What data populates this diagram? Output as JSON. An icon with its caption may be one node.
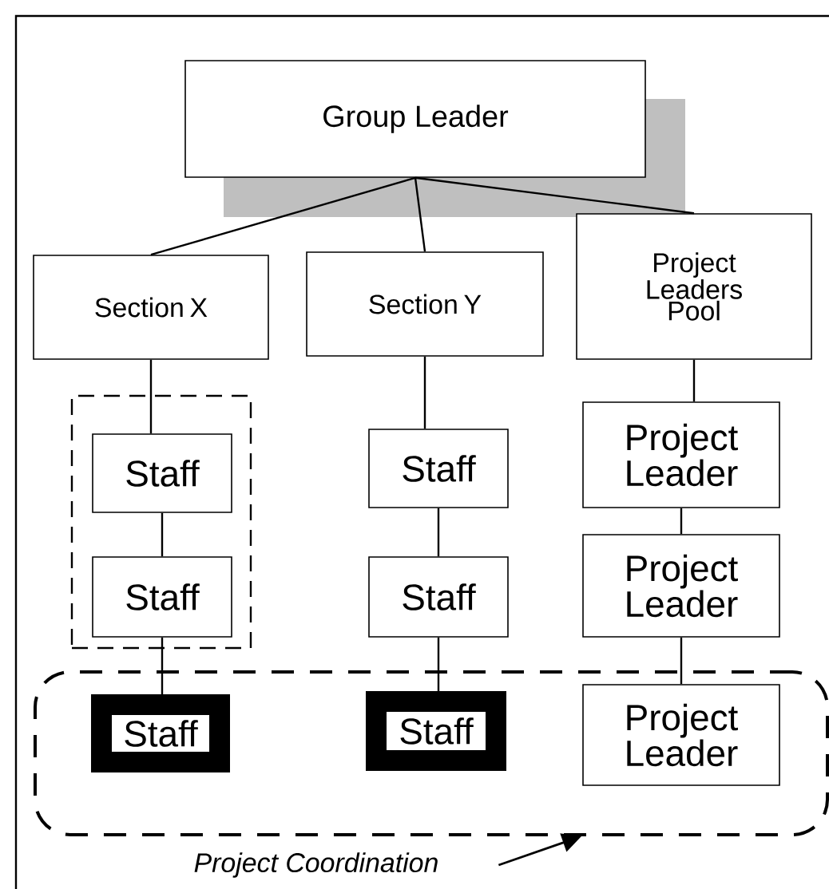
{
  "diagram": {
    "nodes": [
      {
        "text": [
          "Group Leader"
        ]
      },
      {
        "text": [
          "Section X"
        ]
      },
      {
        "text": [
          "Section Y"
        ]
      },
      {
        "text": [
          "Project Leaders Pool"
        ]
      },
      {
        "text": [],
        "shape": "box"
      },
      {
        "text": [
          "Staff"
        ],
        "in": 4
      },
      {
        "text": [
          "Staff"
        ],
        "in": 4
      },
      {
        "text": [
          "Staff"
        ]
      },
      {
        "text": [
          "Project Leader"
        ]
      },
      {
        "text": [
          "Staff"
        ]
      },
      {
        "text": [
          "Project Leader"
        ]
      },
      {
        "text": [],
        "shape": "box"
      },
      {
        "text": [
          "Staff"
        ],
        "in": 11
      },
      {
        "text": [
          "Staff"
        ],
        "in": 11
      },
      {
        "text": [
          "Project Leader"
        ],
        "in": 11
      },
      {
        "text": [
          "Project Coordination"
        ]
      }
    ],
    "edges": [
      {
        "from": 0,
        "to": 1,
        "arrow": "none"
      },
      {
        "from": 0,
        "to": 2,
        "arrow": "none"
      },
      {
        "from": 0,
        "to": 3,
        "arrow": "none"
      },
      {
        "from": 1,
        "to": 5,
        "arrow": "none"
      },
      {
        "from": 5,
        "to": 6,
        "arrow": "none"
      },
      {
        "from": 6,
        "to": 12,
        "arrow": "none"
      },
      {
        "from": 2,
        "to": 7,
        "arrow": "none"
      },
      {
        "from": 7,
        "to": 9,
        "arrow": "none"
      },
      {
        "from": 9,
        "to": 13,
        "arrow": "none"
      },
      {
        "from": 3,
        "to": 8,
        "arrow": "none"
      },
      {
        "from": 8,
        "to": 10,
        "arrow": "none"
      },
      {
        "from": 10,
        "to": 14,
        "arrow": "none"
      },
      {
        "from": 15,
        "to": 11,
        "arrow": "to"
      }
    ]
  }
}
